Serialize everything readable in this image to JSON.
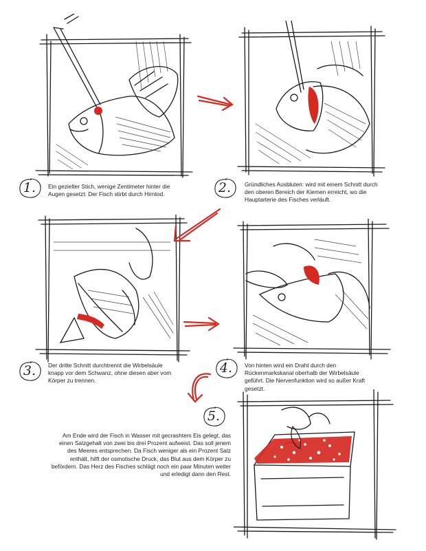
{
  "steps": [
    {
      "number": "1.",
      "caption": "Ein gezielter Stich, wenige Zentimeter hinter die Augen gesetzt: Der Fisch stirbt durch Hirntod."
    },
    {
      "number": "2.",
      "caption": "Gründliches Ausbluten: wird mit einem Schnitt durch den oberen Bereich der Kiemen erreicht, wo die Hauptarterie des Fisches verläuft."
    },
    {
      "number": "3.",
      "caption": "Der dritte Schnitt durchtrennt die Wirbelsäule knapp vor dem Schwanz, ohne diesen aber vom Körper zu trennen."
    },
    {
      "number": "4.",
      "caption": "Von hinten wird ein Draht durch den Rückenmarkskanal oberhalb der Wirbelsäule geführt. Die Nervenfunktion wird so außer Kraft gesetzt."
    },
    {
      "number": "5.",
      "caption": "Am Ende wird der Fisch in Wasser mit gecrashtem Eis gelegt, das einen Salzgehalt von zwei bis drei Prozent aufweist. Das soll jenem des Meeres entsprechen. Da Fisch weniger als ein Prozent Salz enthält, hilft der osmotische Druck, das Blut aus dem Körper zu befördern. Das Herz des Fisches schlägt noch ein paar Minuten weiter und erledigt dann den Rest."
    }
  ],
  "colors": {
    "accent": "#d42a22",
    "ink": "#1a1a1a"
  }
}
